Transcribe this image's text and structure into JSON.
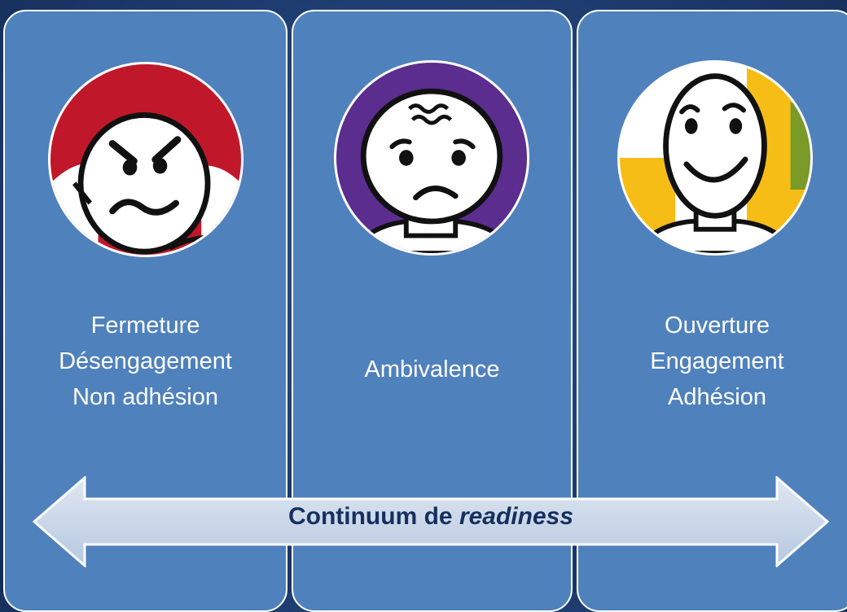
{
  "colors": {
    "background": "#1d3b6e",
    "panel": "#4f81bd",
    "panel_border": "#ffffff",
    "avatar_1_bg": "#c0182a",
    "avatar_2_bg": "#5b2d8e",
    "avatar_3_bg": "#f6bd16",
    "arrow_fill": "#c5d3e8",
    "arrow_text": "#14305e"
  },
  "stages": [
    {
      "face_icon": "angry-face-icon",
      "lines": [
        "Fermeture",
        "Désengagement",
        "Non adhésion"
      ]
    },
    {
      "face_icon": "worried-face-icon",
      "lines": [
        "Ambivalence"
      ]
    },
    {
      "face_icon": "smiling-face-icon",
      "lines": [
        "Ouverture",
        "Engagement",
        "Adhésion"
      ]
    }
  ],
  "arrow": {
    "label_prefix": "Continuum de ",
    "label_emphasis": "readiness"
  }
}
